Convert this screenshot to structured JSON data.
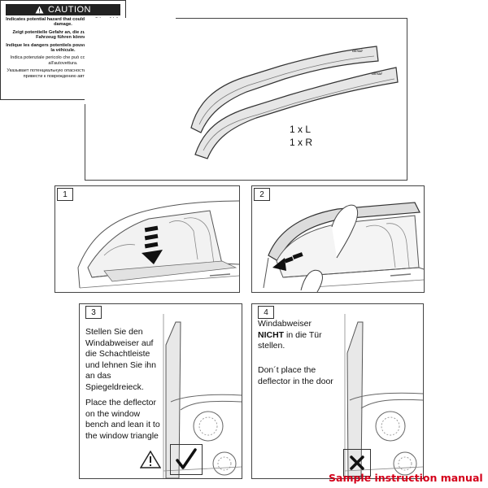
{
  "caution": {
    "title": "CAUTION",
    "lines": [
      "Indicates potential hazard that could result in vehicle damage.",
      "Zeigt potentielle Gefahr an, die zu Schäden am Fahrzeug führen können.",
      "Indique les dangers potentiels pouvant endommager la véhicule.",
      "Indica potenziale pericolo che può comportare danni all'autovettura.",
      "Указывает потенциальную опасность, которая может привести к повреждению автомобиля"
    ]
  },
  "parts": {
    "left": "1 x L",
    "right": "1 x R",
    "brand": "climair"
  },
  "steps": [
    {
      "number": "1"
    },
    {
      "number": "2"
    },
    {
      "number": "3",
      "text_de": "Stellen Sie den Windabweiser auf die Schachtleiste und lehnen Sie ihn an das Spiegeldreieck.",
      "text_en": "Place the deflector on the window bench and lean it to the window triangle"
    },
    {
      "number": "4",
      "text_de_1": "Windabweiser",
      "text_de_bold": "NICHT",
      "text_de_2": "in die Tür stellen.",
      "text_en": "Don´t place the deflector in the door"
    }
  ],
  "footer": {
    "sample": "Sample instruction manual"
  }
}
